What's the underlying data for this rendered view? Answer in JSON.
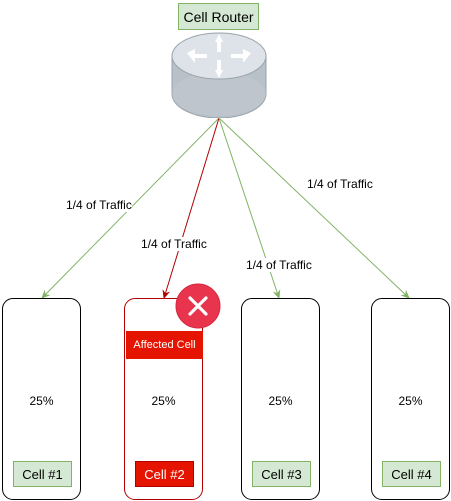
{
  "title": "Cell Router",
  "router_icon": "router-icon",
  "fail_icon": "x-circle-icon",
  "edge_labels": [
    "1/4 of Traffic",
    "1/4 of Traffic",
    "1/4 of Traffic",
    "1/4 of Traffic"
  ],
  "colors": {
    "healthy": "#82b366",
    "failed": "#b20000",
    "label_fill": "#d5e8d4",
    "alert_fill": "#e51400"
  },
  "cells": [
    {
      "name": "Cell #1",
      "percent": "25%",
      "affected": false
    },
    {
      "name": "Cell #2",
      "percent": "25%",
      "affected": true,
      "badge": "Affected Cell"
    },
    {
      "name": "Cell #3",
      "percent": "25%",
      "affected": false
    },
    {
      "name": "Cell #4",
      "percent": "25%",
      "affected": false
    }
  ]
}
